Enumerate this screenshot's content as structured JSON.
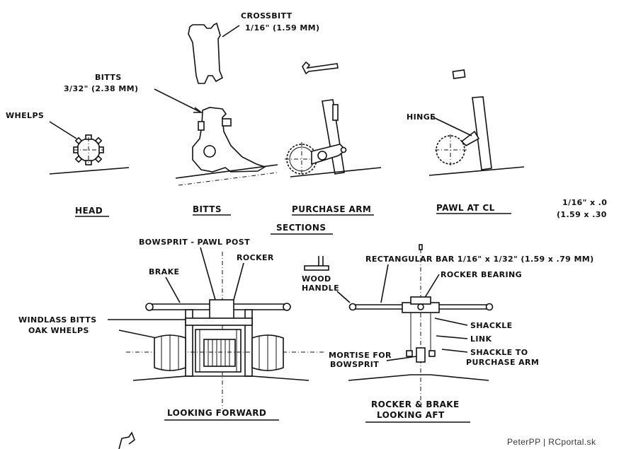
{
  "palette": {
    "ink": "#111111",
    "paper": "#ffffff"
  },
  "sections": {
    "crossbitt": {
      "name": "CROSSBITT",
      "size": "1/16\" (1.59 MM)"
    },
    "bitts_part": {
      "name": "BITTS",
      "size": "3/32\" (2.38 MM)"
    },
    "whelps": "WHELPS",
    "hinge": "HINGE",
    "titles": {
      "head": "HEAD",
      "bitts": "BITTS",
      "purchase_arm": "PURCHASE ARM",
      "pawl": "PAWL AT CL"
    },
    "caption": "SECTIONS",
    "edge_size": {
      "line1": "1/16\" x .0",
      "line2": "(1.59 x .30"
    }
  },
  "looking_forward": {
    "labels": {
      "post": "BOWSPRIT - PAWL POST",
      "rocker": "ROCKER",
      "brake": "BRAKE",
      "windlass_bitts": "WINDLASS BITTS",
      "oak_whelps": "OAK WHELPS"
    },
    "title": "LOOKING FORWARD"
  },
  "rocker_brake": {
    "labels": {
      "wood_handle_1": "WOOD",
      "wood_handle_2": "HANDLE",
      "bar": "RECTANGULAR BAR  1/16\" x 1/32\"  (1.59 x .79 MM)",
      "rocker_bearing": "ROCKER BEARING",
      "shackle": "SHACKLE",
      "link": "LINK",
      "shackle_to_1": "SHACKLE TO",
      "shackle_to_2": "PURCHASE ARM",
      "mortise_1": "MORTISE FOR",
      "mortise_2": "BOWSPRIT"
    },
    "title_1": "ROCKER & BRAKE",
    "title_2": "LOOKING AFT"
  },
  "watermark": "PeterPP | RCportal.sk",
  "icons": [
    "gear-icon",
    "cursor-arrow-icon"
  ]
}
